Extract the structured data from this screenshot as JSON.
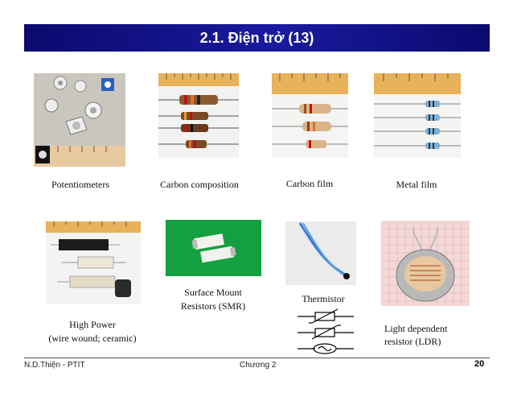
{
  "slide": {
    "title": "2.1. Điện trở (13)"
  },
  "captions": {
    "potentiometers": "Potentiometers",
    "carbon_composition": "Carbon composition",
    "carbon_film": "Carbon film",
    "metal_film": "Metal film",
    "high_power_line1": "High Power",
    "high_power_line2": "(wire wound; ceramic)",
    "smr_line1": "Surface Mount",
    "smr_line2": "Resistors (SMR)",
    "thermistor": "Thermistor",
    "ldr_line1": "Light dependent",
    "ldr_line2": "resistor (LDR)"
  },
  "footer": {
    "author": "N.D.Thiện - PTIT",
    "chapter": "Chương 2",
    "page": "20"
  },
  "colors": {
    "title_bar": "#0a0a6e",
    "title_text": "#ffffff",
    "smr_background": "#14a040"
  }
}
